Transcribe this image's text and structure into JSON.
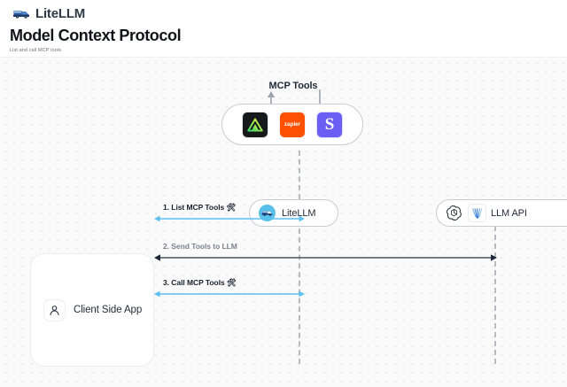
{
  "header": {
    "brand": "LiteLLM",
    "brand_icon": "truck-icon",
    "title": "Model Context Protocol",
    "subtitle": "List and call MCP tools"
  },
  "diagram": {
    "mcp_group": {
      "label": "MCP Tools",
      "tools": [
        {
          "name": "triangle-tool-icon",
          "label": "",
          "bg": "#17181a"
        },
        {
          "name": "zapier-icon",
          "label": "zapier",
          "bg": "#ff4f00"
        },
        {
          "name": "slack-icon",
          "label": "S",
          "bg": "#6b5ef5"
        }
      ]
    },
    "nodes": [
      {
        "id": "litellm",
        "label": "LiteLLM",
        "icons": [
          "litellm-truck-icon"
        ]
      },
      {
        "id": "llm-api",
        "label": "LLM API",
        "icons": [
          "openai-icon",
          "vertex-ai-icon"
        ]
      },
      {
        "id": "client",
        "label": "Client Side App",
        "icons": [
          "user-icon"
        ]
      }
    ],
    "messages": [
      {
        "index": "1.",
        "label": "1. List MCP Tools 🛠",
        "color": "#5bc0f0",
        "direction": "both"
      },
      {
        "index": "2.",
        "label": "2. Send Tools to LLM",
        "color": "#4b5563",
        "direction": "both"
      },
      {
        "index": "3.",
        "label": "3. Call MCP Tools 🛠",
        "color": "#5bc0f0",
        "direction": "both"
      }
    ],
    "vertical_links": [
      {
        "name": "mcp-request-up",
        "direction": "up",
        "color": "#9ca3af"
      },
      {
        "name": "mcp-response-down",
        "direction": "down",
        "color": "#9ca3af"
      }
    ]
  },
  "colors": {
    "accent_blue": "#5bc0f0",
    "arrow_grey": "#4b5563",
    "canvas_bg": "#fafafa",
    "lifeline": "#b6bac1"
  }
}
